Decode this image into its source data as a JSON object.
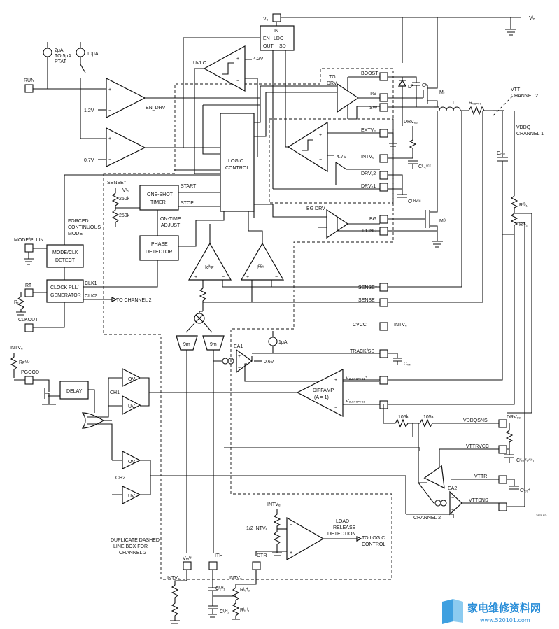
{
  "pins": {
    "vin_top": "Vₑ",
    "run": "RUN",
    "mode_pllin": "MODE/PLLIN",
    "rt": "RT",
    "clkout": "CLKOUT",
    "intvcc_pgood": "INTVₑ",
    "pgood": "PGOOD",
    "boost": "BOOST",
    "tg": "TG",
    "sw": "SW",
    "extvcc": "EXTVₑ",
    "intvcc": "INTVₑ",
    "drvcc2": "DRVₑ2",
    "drvcc1": "DRVₑ1",
    "bg": "BG",
    "pgnd": "PGND",
    "sense_p": "SENSE⁺",
    "sense_n": "SENSE⁻",
    "cvcc": "CVCC",
    "cvcc_intvcc": "INTVₑ",
    "track_ss": "TRACK/SS",
    "voutsense_p": "Vₒᵤₜₛₑₙₛₑ₁⁺",
    "voutsense_n": "Vₒᵤₜₛₑₙₛₑ₁⁻",
    "vddqsns": "VDDQSNS",
    "vttrvcc": "VTTRVCC",
    "vttr": "VTTR",
    "vttsns": "VTTSNS",
    "vrng": "Vᵣₙᴳ",
    "ith": "ITH",
    "dtr": "DTR"
  },
  "labels": {
    "vin_right": "Vᴵₙ",
    "ldo_in": "IN",
    "ldo_en": "EN",
    "ldo_title": "LDO",
    "ldo_out": "OUT",
    "ldo_sd": "SD",
    "i2ua": "2μA",
    "i2ua_b": "TO 5μA",
    "i2ua_c": "PTAT",
    "i10ua": "10μA",
    "uvlo": "UVLO",
    "v42": "4.2V",
    "v12": "1.2V",
    "v07": "0.7V",
    "en_drv": "EN_DRV",
    "tg_drv": "TG",
    "tg_drv2": "DRV",
    "db": "Dᴮ",
    "cb": "Cᴮ",
    "mt": "Mₜ",
    "l": "L",
    "rsense": "Rₛₑₙₛₑ",
    "vtt_ch2": "VTT",
    "vtt_ch2b": "CHANNEL 2",
    "vddq_ch1": "VDDQ",
    "vddq_ch1b": "CHANNEL 1",
    "drvcc_a": "DRVₑₑ",
    "cintvcc": "Cᴵₙₜᵛᶜᶜ",
    "cout": "Cₒᵤₜ",
    "cdrvcc": "Cᴰᴿᵛᶜᶜ",
    "v47": "4.7V",
    "logic1": "LOGIC",
    "logic2": "CONTROL",
    "start": "START",
    "stop": "STOP",
    "sense_lbl": "SENSE⁻",
    "vin_div": "Vᴵₙ",
    "r250k_a": "250k",
    "r250k_b": "250k",
    "oneshot1": "ONE-SHOT",
    "oneshot2": "TIMER",
    "ontime1": "ON-TIME",
    "ontime2": "ADJUST",
    "phase1": "PHASE",
    "phase2": "DETECTOR",
    "bg_drv": "BG DRV",
    "mb": "Mᴮ",
    "rfb1": "Rᶠᴮ₁",
    "rfb2": "Rᶠᴮ₂",
    "forced1": "FORCED",
    "forced2": "CONTINUOUS",
    "forced3": "MODE",
    "modeclk1": "MODE/CLK",
    "modeclk2": "DETECT",
    "clockpll1": "CLOCK PLL/",
    "clockpll2": "GENERATOR",
    "rt_res": "Rₜ",
    "clk1": "CLK1",
    "clk2": "CLK2",
    "to_ch2": "TO CHANNEL 2",
    "icmp": "Iᴄᴹᴘ",
    "irev": "Iᴿᴱᵛ",
    "gm1": "9m",
    "gm2": "9m",
    "ea1": "EA1",
    "i1ua": "1μA",
    "v06": "0.6V",
    "css": "Cₛₛ",
    "diffamp1": "DIFFAMP",
    "diffamp2": "(A = 1)",
    "r105k_a": "105k",
    "r105k_b": "105k",
    "drvcc_b": "DRVₑₑ",
    "cvttrvcc": "Cᵛₜₜᴿ₍ᵛᶜᶜ₎",
    "cvttr": "Cᵛₜₜᴿ",
    "ea2": "EA2",
    "rpgd": "Rᴘᴳᴰ",
    "delay": "DELAY",
    "ov": "OV",
    "uv": "UV",
    "ch1": "CH1",
    "ch2": "CH2",
    "channel2": "CHANNEL 2",
    "intvcc_lr": "INTVₑ",
    "half_intvcc": "1/2 INTVₑ",
    "lrd1": "LOAD",
    "lrd2": "RELEASE",
    "lrd3": "DETECTION",
    "tologic1": "TO LOGIC",
    "tologic2": "CONTROL",
    "dup1": "DUPLICATE DASHED",
    "dup2": "LINE BOX FOR",
    "dup3": "CHANNEL 2",
    "intvcc_b1": "INTVₑ",
    "intvcc_b2": "INTVₑ",
    "cith1": "Cᴵₜᴴ₁",
    "cith2": "Cᴵₜᴴ₂",
    "rith2": "Rᴵₜᴴ₂",
    "rith1": "Rᴵₜᴴ₁",
    "fig": "3876 FD",
    "wm1": "家电维修资料网",
    "wm2": "www.520101.com"
  }
}
